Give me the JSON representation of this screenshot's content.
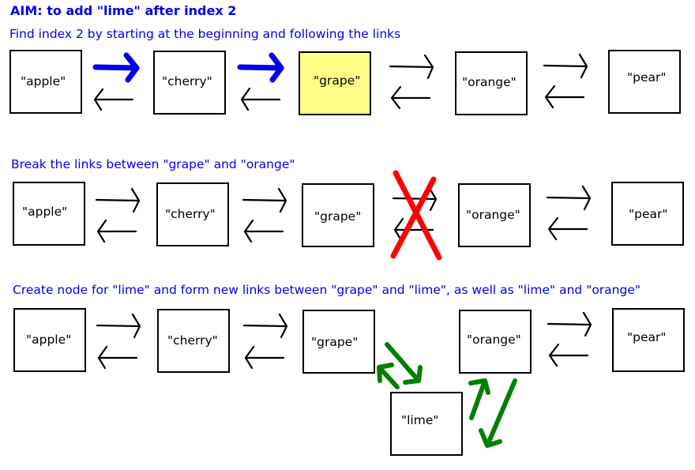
{
  "aim": "AIM: to add \"lime\" after index 2",
  "steps": [
    "Find index 2 by starting at the beginning and following the links",
    "Break the links between \"grape\" and \"orange\"",
    "Create node for \"lime\" and form new links between \"grape\" and \"lime\", as well as \"lime\" and \"orange\""
  ],
  "nodes": {
    "apple": "\"apple\"",
    "cherry": "\"cherry\"",
    "grape": "\"grape\"",
    "orange": "\"orange\"",
    "pear": "\"pear\"",
    "lime": "\"lime\""
  },
  "colors": {
    "text": "#0000ee",
    "traverse_arrow": "#0000ee",
    "highlight": "#ffff88",
    "break_mark": "#ff0000",
    "new_link": "#008000"
  }
}
